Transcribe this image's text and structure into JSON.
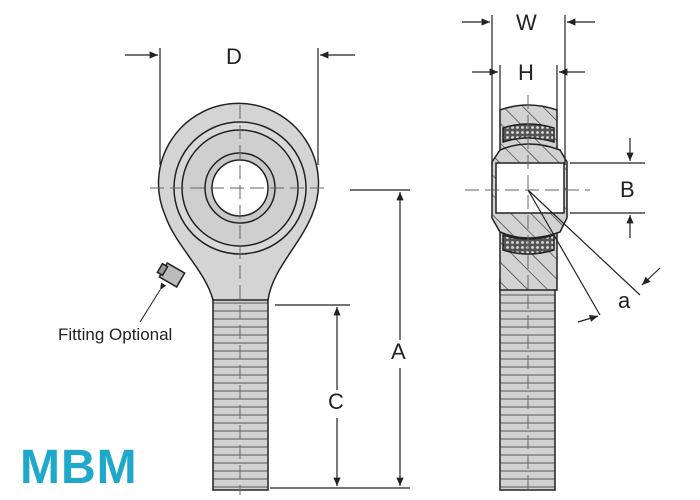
{
  "title": "MBM",
  "labels": {
    "D": "D",
    "A": "A",
    "C": "C",
    "W": "W",
    "H": "H",
    "B": "B",
    "a": "a"
  },
  "fitting_note": "Fitting Optional",
  "colors": {
    "brand": "#1fa8c9",
    "body": "#d4d4d4",
    "line": "#222222"
  }
}
